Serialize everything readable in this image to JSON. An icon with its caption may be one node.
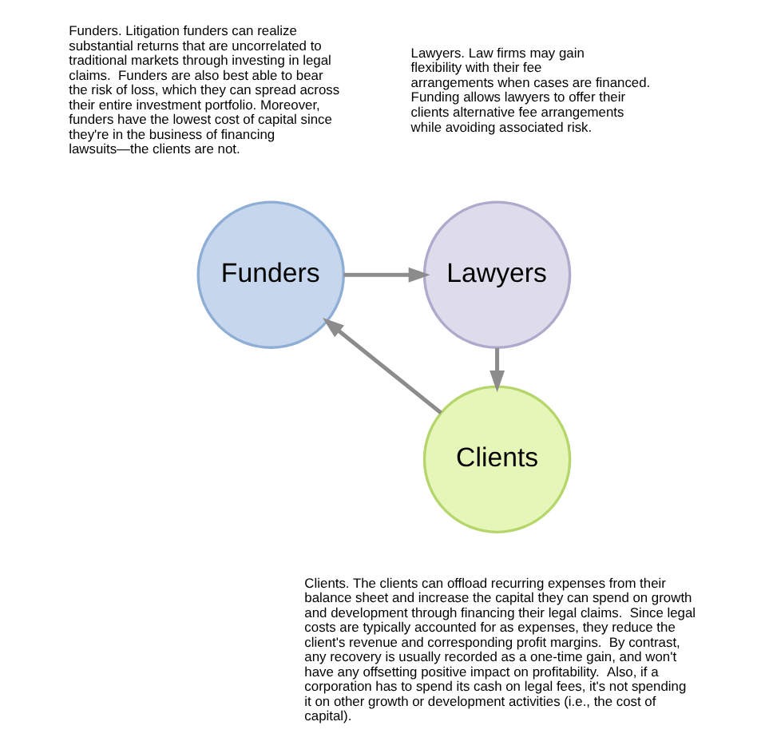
{
  "diagram": {
    "nodes": [
      {
        "text": [
          "Funders"
        ]
      },
      {
        "text": [
          "Lawyers"
        ]
      },
      {
        "text": [
          "Clients"
        ]
      }
    ],
    "edges": [
      {
        "from": 0,
        "to": 1,
        "arrow": "to"
      },
      {
        "from": 1,
        "to": 2,
        "arrow": "to"
      },
      {
        "from": 2,
        "to": 0,
        "arrow": "to"
      }
    ],
    "labels": [
      "Funders. Litigation funders can realize substantial returns that are uncorrelated to traditional markets through investing in legal claims.  Funders are also best able to bear the risk of loss, which they can spread across their entire investment portfolio. Moreover, funders have the lowest cost of capital since they're in the business of financing lawsuits—the clients are not.",
      "Lawyers. Law firms may gain flexibility with their fee arrangements when cases are financed.  Funding allows lawyers to offer their clients alternative fee arrangements while avoiding associated risk.",
      "Clients. The clients can offload recurring expenses from their balance sheet and increase the capital they can spend on growth and development through financing their legal claims.  Since legal costs are typically accounted for as expenses, they reduce the client's revenue and corresponding profit margins.  By contrast, any recovery is usually recorded as a one-time gain, and won't have any offsetting positive impact on profitability.  Also, if a corporation has to spend its cash on legal fees, it's not spending it on other growth or development activities (i.e., the cost of capital)."
    ]
  }
}
